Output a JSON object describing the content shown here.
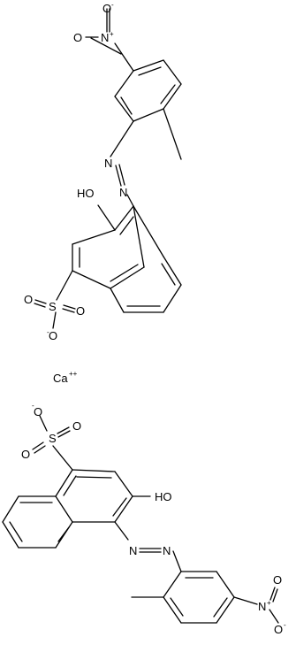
{
  "labels": {
    "n_plus": "N",
    "plus": "+",
    "oxygen": "O",
    "minus": "-",
    "ho": "HO",
    "sulfur": "S",
    "nitrogen": "N",
    "calcium": "Ca",
    "ca_charge": "++"
  }
}
